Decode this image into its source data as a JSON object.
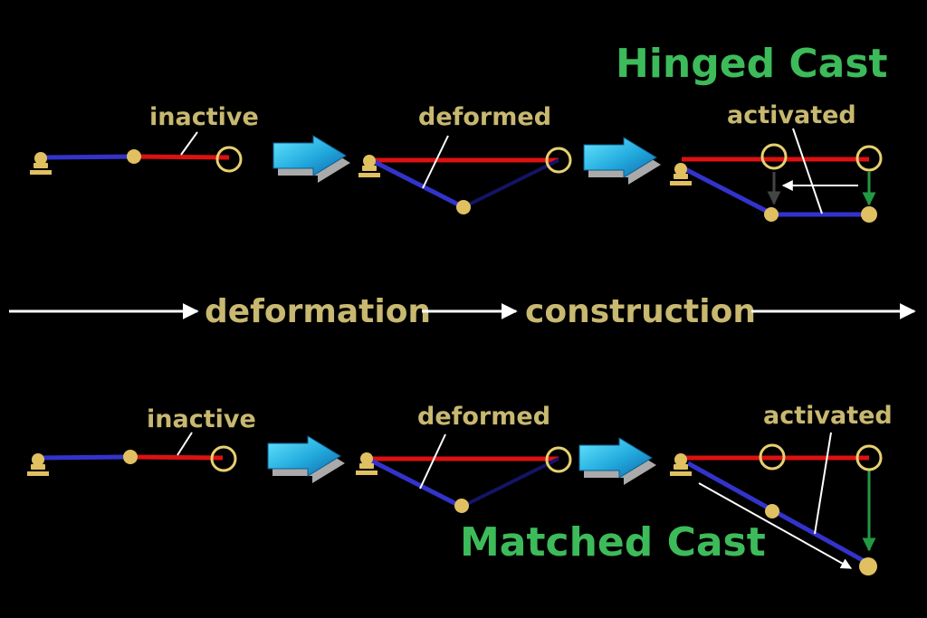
{
  "titles": {
    "top": "Hinged Cast",
    "bottom": "Matched Cast"
  },
  "timeline": {
    "left_label": "deformation",
    "right_label": "construction"
  },
  "labels": {
    "inactive": "inactive",
    "deformed": "deformed",
    "activated": "activated"
  },
  "colors": {
    "background": "#000000",
    "label_text": "#c8b870",
    "title_text": "#3dbb5a",
    "inactive_segment": "#dd1111",
    "active_segment": "#3333cc",
    "node_fill": "#e0c060",
    "hinge_outline": "#e6d070",
    "arrow_white": "#ffffff",
    "arrow_green": "#229944",
    "arrow_dark": "#333333",
    "process_arrow": "#33bbdd"
  },
  "icons": {
    "process_arrow": "right-arrow-3d-icon",
    "support": "pin-support-icon"
  }
}
